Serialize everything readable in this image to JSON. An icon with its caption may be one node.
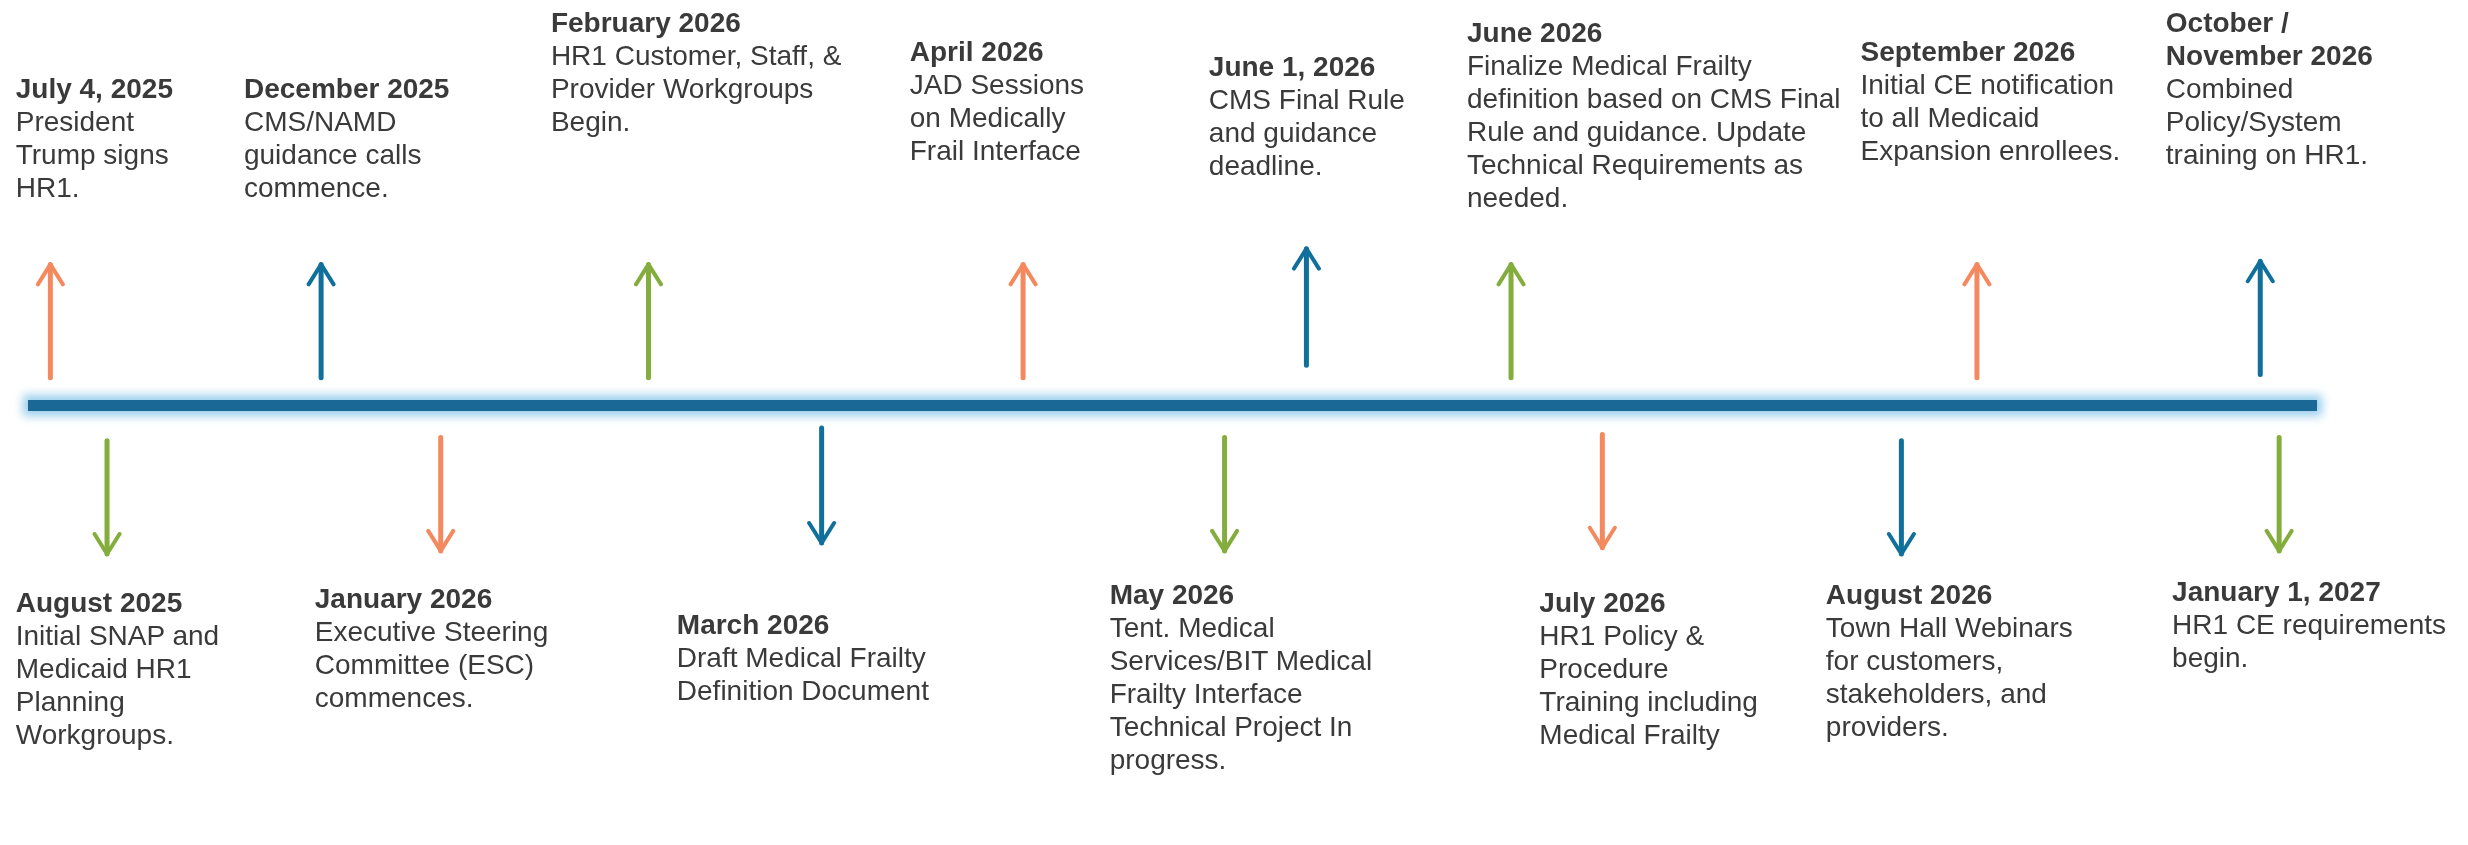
{
  "diagram": {
    "nodes": [
      {
        "text": [],
        "shape": "bar"
      },
      {
        "text": [
          "July 4, 2025",
          "President Trump signs HR1."
        ]
      },
      {
        "text": [
          "August 2025",
          "Initial SNAP and Medicaid HR1 Planning Workgroups."
        ]
      },
      {
        "text": [
          "December 2025",
          "CMS/NAMD guidance calls commence."
        ]
      },
      {
        "text": [
          "January 2026",
          "Executive Steering Committee (ESC) commences."
        ]
      },
      {
        "text": [
          "February 2026",
          "HR1 Customer, Staff, & Provider Workgroups Begin."
        ]
      },
      {
        "text": [
          "March 2026",
          "Draft Medical Frailty Definition Document"
        ]
      },
      {
        "text": [
          "April 2026",
          "JAD Sessions on Medically Frail Interface"
        ]
      },
      {
        "text": [
          "May 2026",
          "Tent. Medical Services/BIT Medical Frailty Interface Technical Project In progress."
        ]
      },
      {
        "text": [
          "June 1, 2026",
          "CMS Final Rule and guidance deadline."
        ]
      },
      {
        "text": [
          "June 2026",
          "Finalize Medical Frailty definition based on CMS Final Rule and guidance. Update Technical Requirements as needed."
        ]
      },
      {
        "text": [
          "July 2026",
          "HR1 Policy & Procedure Training including Medical Frailty"
        ]
      },
      {
        "text": [
          "September 2026",
          "Initial CE notification to all Medicaid Expansion enrollees."
        ]
      },
      {
        "text": [
          "August 2026",
          "Town Hall Webinars for customers, stakeholders, and providers."
        ]
      },
      {
        "text": [
          "October / November 2026",
          "Combined Policy/System training on HR1."
        ]
      },
      {
        "text": [
          "January 1, 2027",
          "HR1 CE requirements begin."
        ]
      }
    ],
    "edges": [
      {
        "from": 0,
        "to": 1,
        "arrow": "to",
        "color": "#f4895f"
      },
      {
        "from": 0,
        "to": 2,
        "arrow": "to",
        "color": "#84ad3e"
      },
      {
        "from": 0,
        "to": 3,
        "arrow": "to",
        "color": "#11709b"
      },
      {
        "from": 0,
        "to": 4,
        "arrow": "to",
        "color": "#f4895f"
      },
      {
        "from": 0,
        "to": 5,
        "arrow": "to",
        "color": "#84ad3e"
      },
      {
        "from": 0,
        "to": 6,
        "arrow": "to",
        "color": "#11709b"
      },
      {
        "from": 0,
        "to": 7,
        "arrow": "to",
        "color": "#f4895f"
      },
      {
        "from": 0,
        "to": 8,
        "arrow": "to",
        "color": "#84ad3e"
      },
      {
        "from": 0,
        "to": 9,
        "arrow": "to",
        "color": "#11709b"
      },
      {
        "from": 0,
        "to": 10,
        "arrow": "to",
        "color": "#84ad3e"
      },
      {
        "from": 0,
        "to": 11,
        "arrow": "to",
        "color": "#f4895f"
      },
      {
        "from": 0,
        "to": 12,
        "arrow": "to",
        "color": "#f4895f"
      },
      {
        "from": 0,
        "to": 13,
        "arrow": "to",
        "color": "#11709b"
      },
      {
        "from": 0,
        "to": 14,
        "arrow": "to",
        "color": "#11709b"
      },
      {
        "from": 0,
        "to": 15,
        "arrow": "to",
        "color": "#84ad3e"
      }
    ]
  }
}
